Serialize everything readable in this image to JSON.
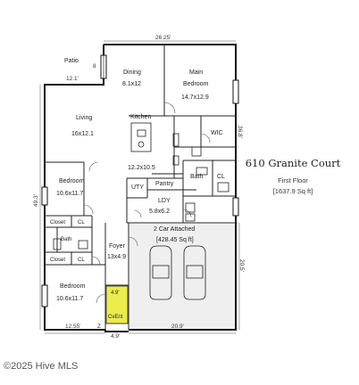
{
  "property": {
    "address": "610 Granite Court",
    "floor": "First Floor",
    "area": "[1637.9 Sq ft]"
  },
  "rooms": {
    "patio": "Patio",
    "dining": {
      "name": "Dining",
      "size": "8.1x12"
    },
    "main_bedroom": {
      "name1": "Main",
      "name2": "Bedroom",
      "size": "14.7x12.9"
    },
    "living": {
      "name": "Living",
      "size": "16x12.1"
    },
    "kitchen": "Kitchen",
    "wic": "WIC",
    "bedroom_upper": {
      "name": "Bedroom",
      "size": "10.6x11.7"
    },
    "kitchen_nook": "12.2x10.5",
    "pantry": "Pantry",
    "bath_main": "Bath",
    "cl_main": "CL",
    "uty": "UTY",
    "ldy": {
      "name": "LDY",
      "size": "5.8x6.2"
    },
    "closet_upper": "Closet",
    "cl_upper": "CL",
    "bath_hall": "Bath",
    "closet_lower": "Closet",
    "cl_lower": "CL",
    "foyer": {
      "name": "Foyer",
      "size": "13x4.9"
    },
    "garage": {
      "name": "2 Car Attached",
      "area": "[428.45 Sq ft]"
    },
    "bedroom_lower": {
      "name": "Bedroom",
      "size": "10.6x11.7"
    },
    "entry": {
      "size": "4.9'",
      "name": "CvEnt"
    }
  },
  "dimensions": {
    "top": "26.25'",
    "patio_width": "12.1'",
    "right_upper": "36.8'",
    "left": "49.3'",
    "right_garage": "20.5'",
    "bottom_left": "12.55'",
    "bottom_garage": "20.9'",
    "entry_bottom": "4.9'",
    "small_z": "Z",
    "small_8": "8"
  },
  "copyright": "©2025 Hive MLS"
}
